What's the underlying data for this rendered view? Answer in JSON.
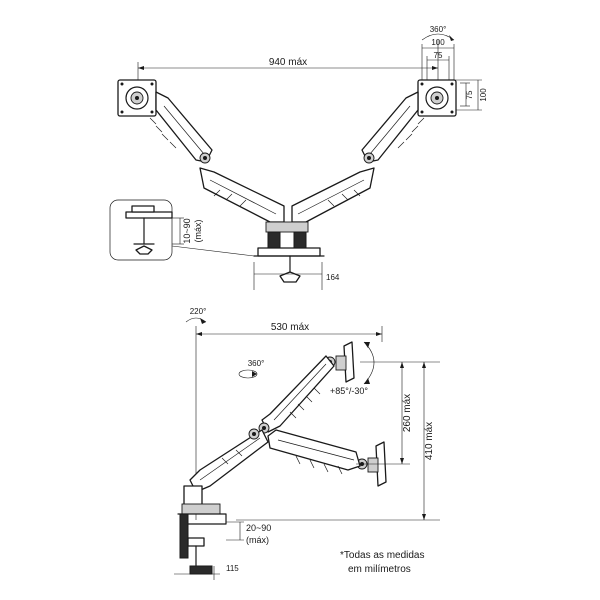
{
  "top_view": {
    "width_label": "940 máx",
    "rotation_label": "360°",
    "vesa_w_outer": "100",
    "vesa_w_inner": "75",
    "vesa_h_inner": "75",
    "vesa_h_outer": "100",
    "clamp_range_label": "10~90",
    "clamp_range_unit": "(máx)",
    "base_width": "164"
  },
  "side_view": {
    "rotation_base_label": "220°",
    "reach_label": "530 máx",
    "rotation_arm_label": "360°",
    "tilt_label": "+85°/-30°",
    "height_travel_label": "260 máx",
    "total_height_label": "410 máx",
    "clamp_range_label": "20~90",
    "clamp_range_unit": "(máx)",
    "base_depth": "115"
  },
  "footnote": {
    "line1": "*Todas as medidas",
    "line2": "em milímetros"
  }
}
